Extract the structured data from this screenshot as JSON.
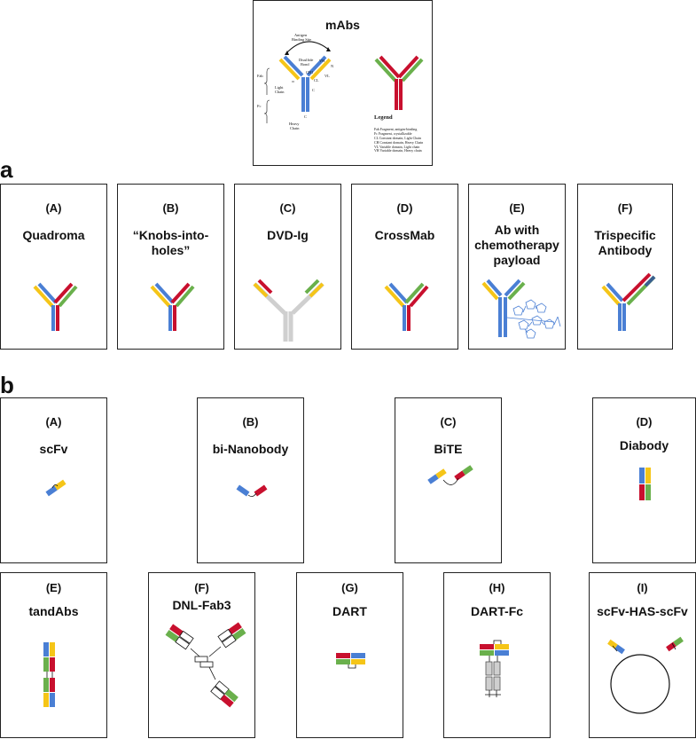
{
  "top": {
    "title": "mAbs",
    "diagram_labels": {
      "antigen": "Antigen",
      "binding_site": "Binding Site",
      "disulfide": "Disulfide",
      "bond": "Bond",
      "fab": "Fab",
      "fc": "Fc",
      "light": "Light",
      "chain_l": "Chain",
      "heavy": "Heavy",
      "chain_h": "Chain",
      "vh": "VH",
      "vl": "VL",
      "ch1": "CH1",
      "cl": "CL",
      "n": "N",
      "c1": "C",
      "c2": "C"
    },
    "legend_title": "Legend",
    "legend": [
      "Fab Fragment, antigen-binding",
      "Fc Fragment, crystallizable",
      "CL Constant domain, Light Chain",
      "CH Constant domain, Heavy Chain",
      "VL Variable domain, Light chain",
      "VH Variable domain, Heavy chain"
    ]
  },
  "section_a": {
    "letter": "a",
    "panels": [
      {
        "tag": "(A)",
        "name": "Quadroma"
      },
      {
        "tag": "(B)",
        "name": "“Knobs-into-holes”"
      },
      {
        "tag": "(C)",
        "name": "DVD-Ig"
      },
      {
        "tag": "(D)",
        "name": "CrossMab"
      },
      {
        "tag": "(E)",
        "name": "Ab with chemotherapy payload"
      },
      {
        "tag": "(F)",
        "name": "Trispecific Antibody"
      }
    ]
  },
  "section_b": {
    "letter": "b",
    "panels": [
      {
        "tag": "(A)",
        "name": "scFv"
      },
      {
        "tag": "(B)",
        "name": "bi-Nanobody"
      },
      {
        "tag": "(C)",
        "name": "BiTE"
      },
      {
        "tag": "(D)",
        "name": "Diabody"
      },
      {
        "tag": "(E)",
        "name": "tandAbs"
      },
      {
        "tag": "(F)",
        "name": "DNL-Fab3"
      },
      {
        "tag": "(G)",
        "name": "DART"
      },
      {
        "tag": "(H)",
        "name": "DART-Fc"
      },
      {
        "tag": "(I)",
        "name": "scFv-HAS-scFv"
      }
    ]
  },
  "colors": {
    "blue": "#4a7fd4",
    "yellow": "#f5c518",
    "red": "#c8102e",
    "green": "#6ab04c",
    "gray": "#cfcfcf",
    "darkblue": "#3a5f8f"
  }
}
